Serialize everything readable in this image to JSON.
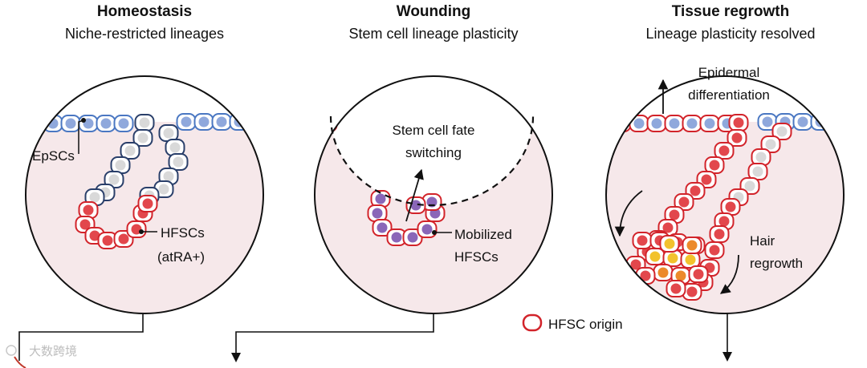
{
  "panels": [
    {
      "title": "Homeostasis",
      "subtitle": "Niche-restricted lineages"
    },
    {
      "title": "Wounding",
      "subtitle": "Stem cell lineage plasticity"
    },
    {
      "title": "Tissue regrowth",
      "subtitle": "Lineage plasticity resolved"
    }
  ],
  "labels": {
    "epscs": "EpSCs",
    "hfscs": "HFSCs",
    "atra": "(atRA+)",
    "fate_switch_1": "Stem cell fate",
    "fate_switch_2": "switching",
    "mobilized_1": "Mobilized",
    "mobilized_2": "HFSCs",
    "epidermal_1": "Epidermal",
    "epidermal_2": "differentiation",
    "hair_1": "Hair",
    "hair_2": "regrowth"
  },
  "legend": {
    "hfsc_origin": "HFSC origin"
  },
  "watermark": "大数跨境",
  "colors": {
    "background_tissue": "#f6e8ea",
    "epscs_fill": "#8fa8dc",
    "epscs_outline": "#4a77c2",
    "hfsc_outline": "#d2232a",
    "hfsc_fill": "#e2474c",
    "purple_fill": "#8a66b8",
    "grey_fill": "#d9d9d9",
    "navy_outline": "#2a3f6a",
    "yellow_fill": "#f2c22d",
    "orange_fill": "#ec8a2b"
  }
}
